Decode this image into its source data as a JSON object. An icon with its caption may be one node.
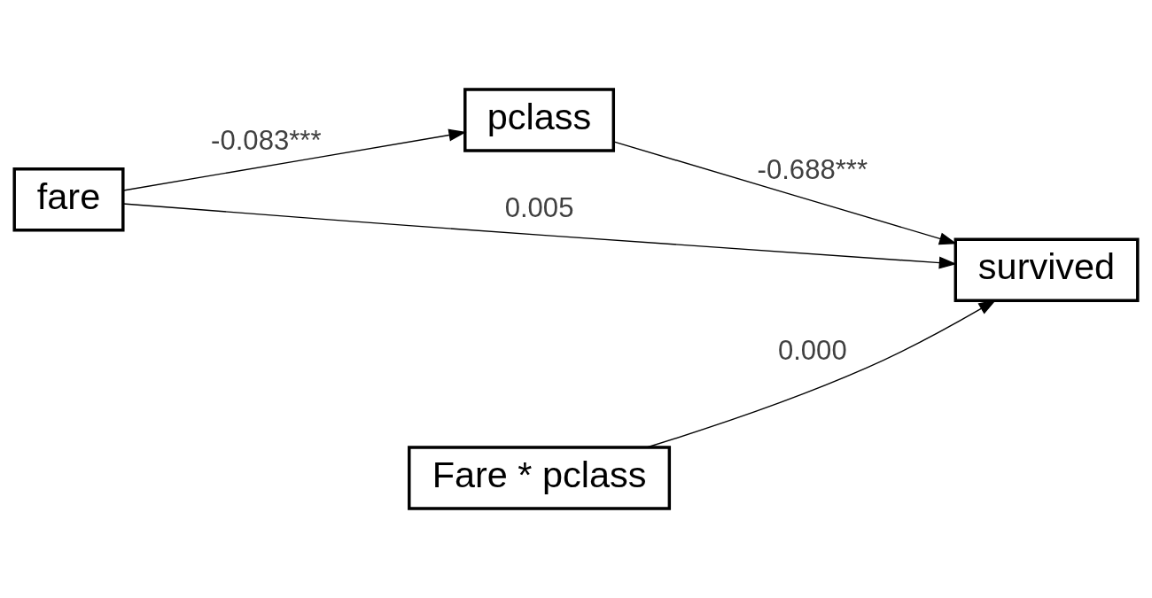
{
  "diagram": {
    "nodes": [
      {
        "text": [
          "fare"
        ]
      },
      {
        "text": [
          "pclass"
        ]
      },
      {
        "text": [
          "survived"
        ]
      },
      {
        "text": [
          "Fare * pclass"
        ]
      }
    ],
    "edges": [
      {
        "from": 0,
        "to": 1,
        "arrow": "to",
        "label": "-0.083***"
      },
      {
        "from": 1,
        "to": 2,
        "arrow": "to",
        "label": "-0.688***"
      },
      {
        "from": 0,
        "to": 2,
        "arrow": "to",
        "label": "0.005"
      },
      {
        "from": 3,
        "to": 2,
        "arrow": "to",
        "label": "0.000"
      }
    ]
  }
}
